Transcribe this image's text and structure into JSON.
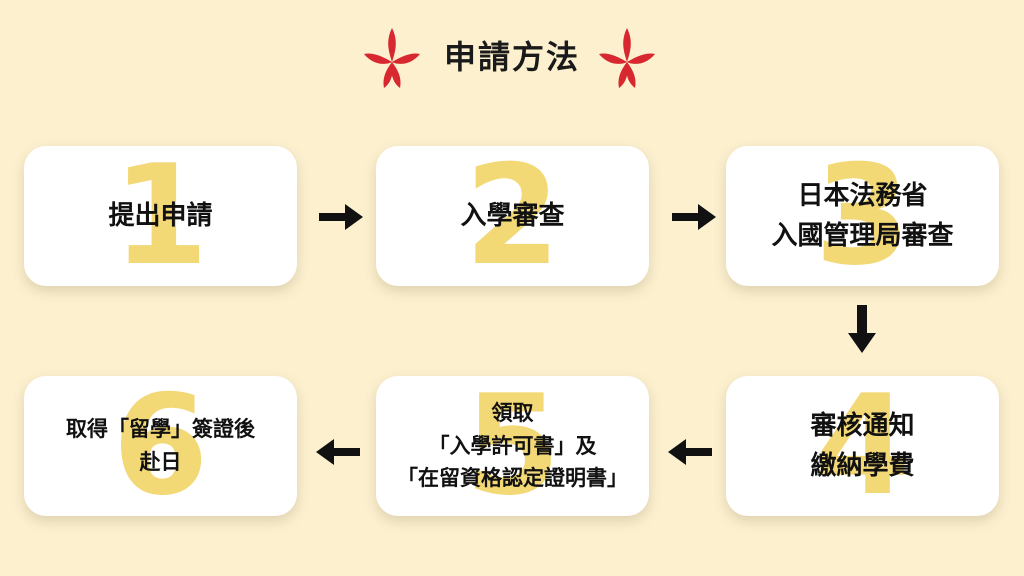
{
  "title": "申請方法",
  "colors": {
    "background": "#fcf0cf",
    "card": "#ffffff",
    "number": "#f3d876",
    "deco": "#d7282f",
    "text": "#111111"
  },
  "steps": [
    {
      "number": "1",
      "lines": [
        "提出申請"
      ]
    },
    {
      "number": "2",
      "lines": [
        "入學審查"
      ]
    },
    {
      "number": "3",
      "lines": [
        "日本法務省",
        "入國管理局審查"
      ]
    },
    {
      "number": "4",
      "lines": [
        "審核通知",
        "繳納學費"
      ]
    },
    {
      "number": "5",
      "lines": [
        "領取",
        "「入學許可書」及",
        "「在留資格認定證明書」"
      ]
    },
    {
      "number": "6",
      "lines": [
        "取得「留學」簽證後",
        "赴日"
      ]
    }
  ],
  "arrows": {
    "a12": "arrow-right",
    "a23": "arrow-right",
    "a34": "arrow-down",
    "a45": "arrow-left",
    "a56": "arrow-left"
  }
}
